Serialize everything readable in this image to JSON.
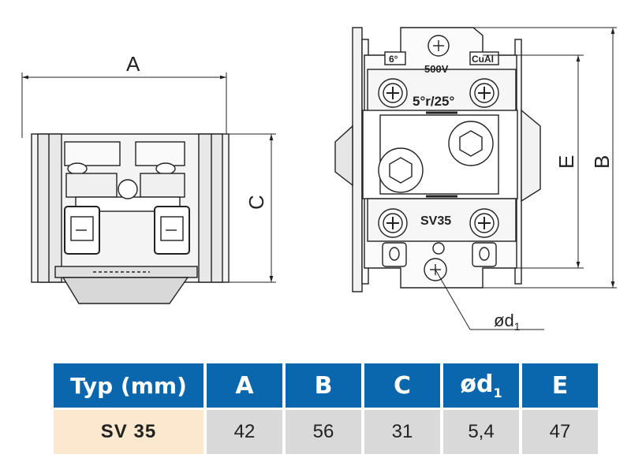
{
  "drawing": {
    "dim_labels": {
      "a": "A",
      "b": "B",
      "c": "C",
      "e": "E",
      "d1": "ød",
      "d1_sub": "1"
    },
    "markings": {
      "angle": "6°",
      "voltage": "500V",
      "material": "CuAl",
      "torque": "5°r/25°",
      "model": "SV35"
    }
  },
  "table": {
    "headers": [
      {
        "label": "Typ (mm)",
        "sub": ""
      },
      {
        "label": "A",
        "sub": ""
      },
      {
        "label": "B",
        "sub": ""
      },
      {
        "label": "C",
        "sub": ""
      },
      {
        "label": "ød",
        "sub": "1"
      },
      {
        "label": "E",
        "sub": ""
      }
    ],
    "row": {
      "type": "SV 35",
      "values": [
        "42",
        "56",
        "31",
        "5,4",
        "47"
      ]
    }
  },
  "colors": {
    "header_bg": "#0a67ad",
    "type_cell_bg": "#fbe8cf",
    "value_cell_bg": "#d9d9d9"
  }
}
